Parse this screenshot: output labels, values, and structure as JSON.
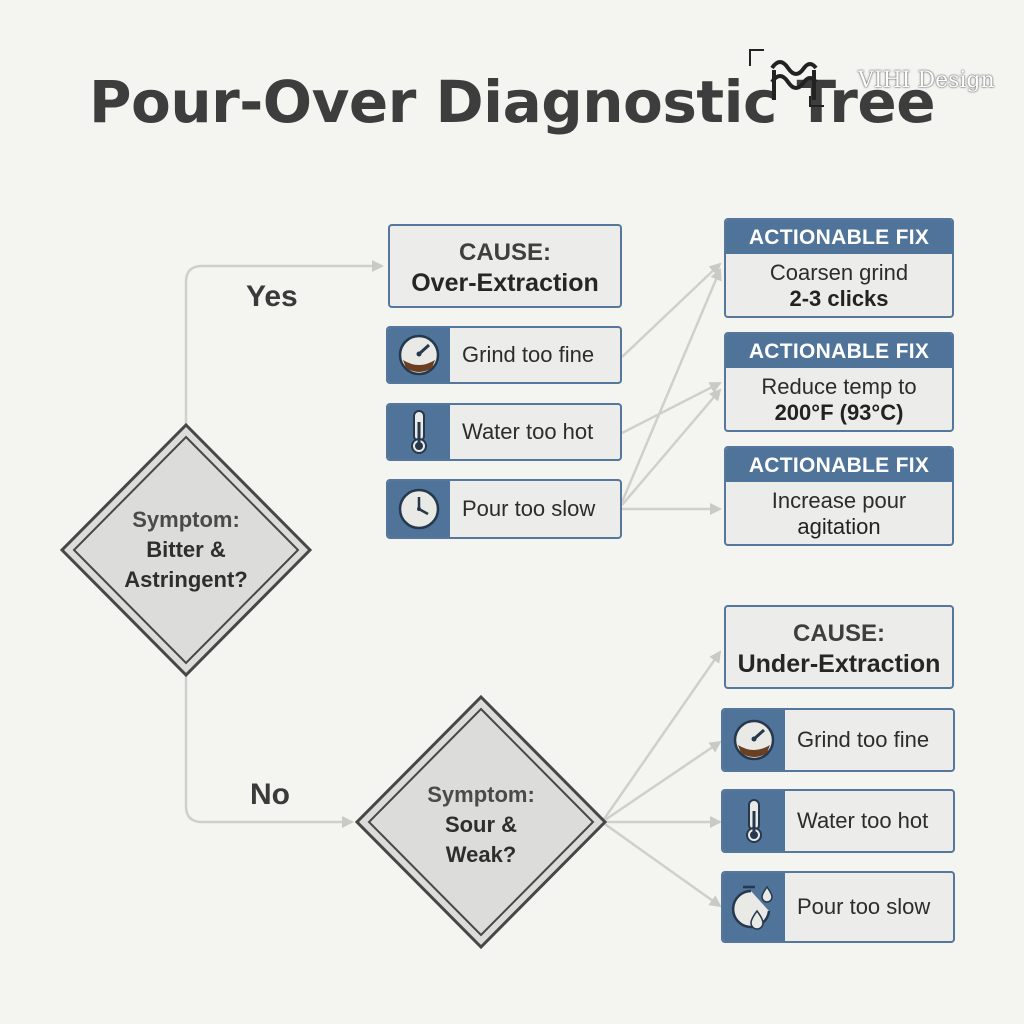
{
  "title": "Pour-Over Diagnostic Tree",
  "watermark": {
    "text": "VIHI Design"
  },
  "colors": {
    "accent": "#4f7399",
    "border": "#55779b",
    "connector": "#c9c9c6",
    "box_bg": "#ececea",
    "background": "#f4f4f1"
  },
  "decision1": {
    "line1": "Symptom:",
    "line2": "Bitter &",
    "line3": "Astringent?"
  },
  "decision2": {
    "line1": "Symptom:",
    "line2": "Sour &",
    "line3": "Weak?"
  },
  "branches": {
    "yes": "Yes",
    "no": "No"
  },
  "over": {
    "cause_label": "CAUSE:",
    "cause": "Over-Extraction",
    "factors": [
      {
        "icon": "grinder-dial-icon",
        "label": "Grind too fine"
      },
      {
        "icon": "thermometer-icon",
        "label": "Water too hot"
      },
      {
        "icon": "clock-icon",
        "label": "Pour too slow"
      }
    ],
    "fixes": [
      {
        "header": "ACTIONABLE FIX",
        "line1": "Coarsen grind",
        "line2": "2-3 clicks"
      },
      {
        "header": "ACTIONABLE FIX",
        "line1": "Reduce temp to",
        "line2": "200°F (93°C)"
      },
      {
        "header": "ACTIONABLE FIX",
        "line1": "Increase pour",
        "line2": "agitation"
      }
    ]
  },
  "under": {
    "cause_label": "CAUSE:",
    "cause": "Under-Extraction",
    "factors": [
      {
        "icon": "grinder-dial-icon",
        "label": "Grind too fine"
      },
      {
        "icon": "thermometer-icon",
        "label": "Water too hot"
      },
      {
        "icon": "timer-drops-icon",
        "label": "Pour too slow"
      }
    ]
  }
}
